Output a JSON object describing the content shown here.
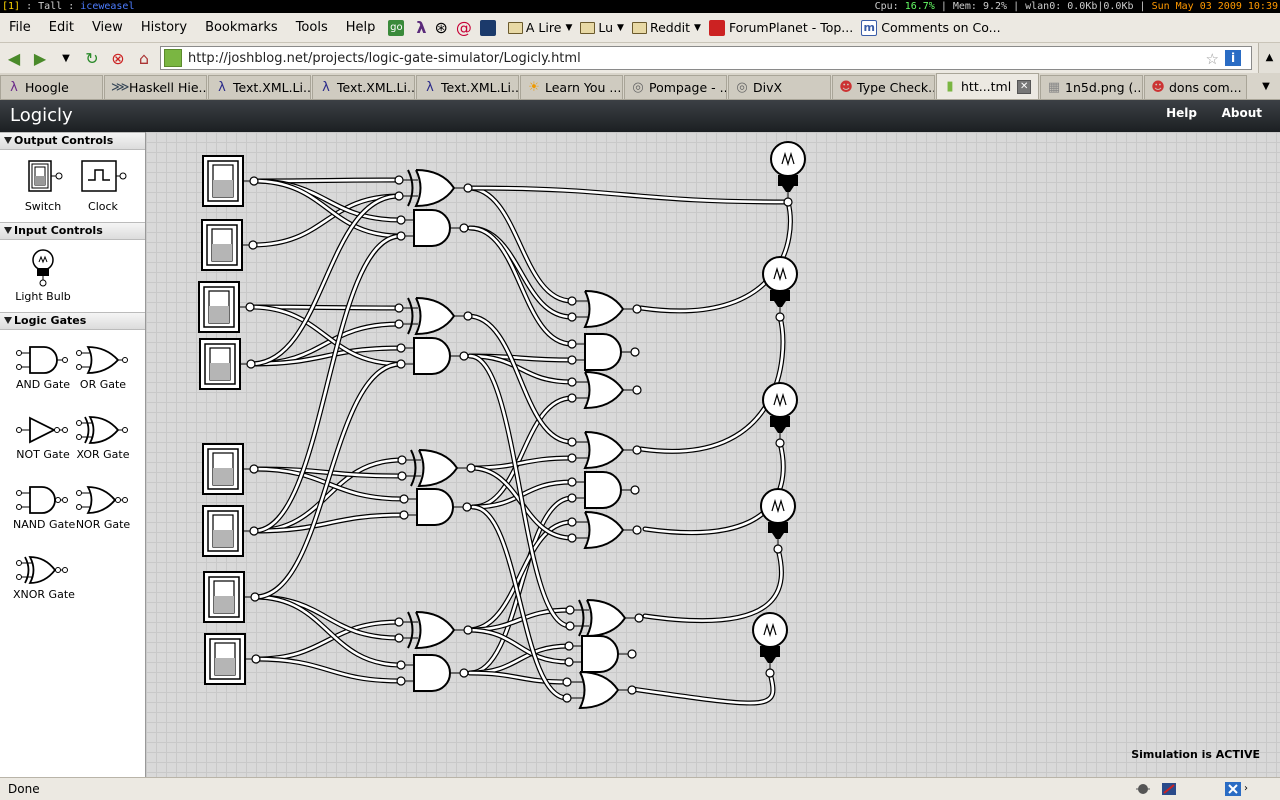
{
  "wm": {
    "left_a": "[1]",
    "left_b": " : Tall : ",
    "left_c": "iceweasel",
    "right_a": "Cpu: ",
    "right_b": "16.7%",
    "right_c": " | Mem: 9.2% | wlan0: 0.0Kb|0.0Kb | ",
    "right_d": "Sun May 03 2009 10:39"
  },
  "menu": [
    "File",
    "Edit",
    "View",
    "History",
    "Bookmarks",
    "Tools",
    "Help"
  ],
  "bookmarks": {
    "go": "go",
    "a_lire": "A Lire",
    "lu": "Lu",
    "reddit": "Reddit",
    "forumplanet": "ForumPlanet - Top...",
    "comments": "Comments on Co..."
  },
  "nav": {
    "url": "http://joshblog.net/projects/logic-gate-simulator/Logicly.html"
  },
  "tabs": [
    {
      "label": "Hoogle",
      "icon": "λ"
    },
    {
      "label": "Haskell Hie...",
      "icon": "⋙"
    },
    {
      "label": "Text.XML.Li...",
      "icon": "λ"
    },
    {
      "label": "Text.XML.Li...",
      "icon": "λ"
    },
    {
      "label": "Text.XML.Li...",
      "icon": "λ"
    },
    {
      "label": "Learn You ...",
      "icon": "☀"
    },
    {
      "label": "Pompage - ...",
      "icon": "◎"
    },
    {
      "label": "DivX",
      "icon": "◎"
    },
    {
      "label": "Type Check...",
      "icon": "☻"
    },
    {
      "label": "htt...tml",
      "icon": "▮",
      "active": true
    },
    {
      "label": "1n5d.png (...",
      "icon": "▦"
    },
    {
      "label": "dons com...",
      "icon": "☻"
    }
  ],
  "app": {
    "title": "Logicly",
    "help": "Help",
    "about": "About",
    "status": "Simulation is ACTIVE"
  },
  "sidebar": {
    "output_controls": "Output Controls",
    "input_controls": "Input Controls",
    "logic_gates": "Logic Gates",
    "switch": "Switch",
    "clock": "Clock",
    "light_bulb": "Light Bulb",
    "and_gate": "AND Gate",
    "or_gate": "OR Gate",
    "not_gate": "NOT Gate",
    "xor_gate": "XOR Gate",
    "nand_gate": "NAND Gate",
    "nor_gate": "NOR Gate",
    "xnor_gate": "XNOR Gate"
  },
  "statusbar": {
    "text": "Done"
  },
  "colors": {
    "header": "#2b2f33",
    "canvas": "#d9d9d9",
    "accent": "#7ab642"
  }
}
